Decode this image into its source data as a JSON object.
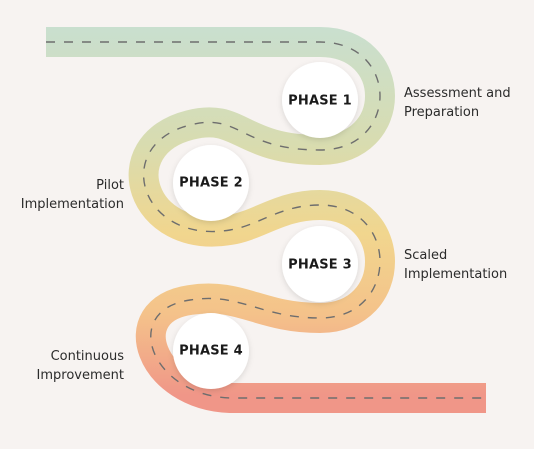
{
  "colors": {
    "background": "#f7f3f1",
    "road_start": "#c9dfcf",
    "road_mid_1": "#d8dcb0",
    "road_mid_2": "#f1d68e",
    "road_mid_3": "#f4c28a",
    "road_end": "#f09688",
    "dash": "#6e6e6e",
    "circle": "#ffffff"
  },
  "phases": [
    {
      "label": "PHASE 1",
      "description": [
        "Assessment and",
        "Preparation"
      ],
      "side": "right"
    },
    {
      "label": "PHASE 2",
      "description": [
        "Pilot",
        "Implementation"
      ],
      "side": "left"
    },
    {
      "label": "PHASE 3",
      "description": [
        "Scaled",
        "Implementation"
      ],
      "side": "right"
    },
    {
      "label": "PHASE 4",
      "description": [
        "Continuous",
        "Improvement"
      ],
      "side": "left"
    }
  ]
}
